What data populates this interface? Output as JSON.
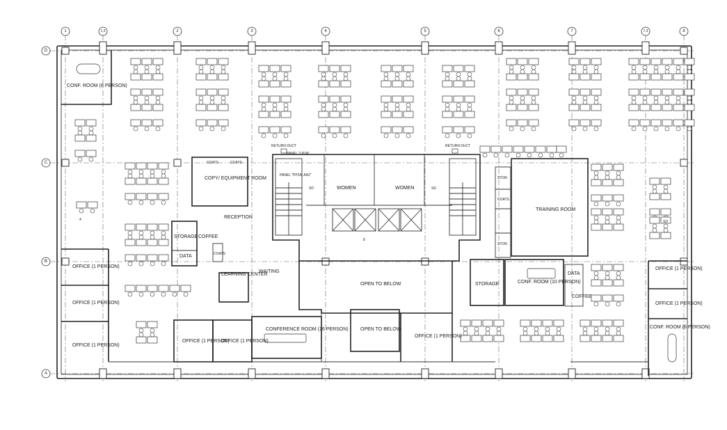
{
  "grid": {
    "columns": [
      "1",
      "1.3",
      "2",
      "3",
      "4",
      "5",
      "6",
      "7",
      "7.3",
      "8"
    ],
    "rows": [
      "D",
      "C",
      "B",
      "A"
    ]
  },
  "rooms": {
    "conf_room_8": "CONF. ROOM (8 PERSON)",
    "copy_equipment": "COPY/ EQUIPMENT ROOM",
    "coats_1": "COATS",
    "coats_2": "COATS",
    "coats_3": "COATS",
    "coats_4": "COATS",
    "reception": "RECEPTION",
    "storage_1": "STORAGE",
    "coffee_1": "COFFEE",
    "data_1": "DATA",
    "learning_center": "LEARNING CENTER",
    "waiting": "WAITING",
    "women_1": "WOMEN",
    "women_2": "WOMEN",
    "open_to_below_1": "OPEN TO BELOW",
    "open_to_below_2": "OPEN TO BELOW",
    "conference_room_16": "CONFERENCE ROOM (16 PERSON)",
    "training_room": "TRAINING ROOM",
    "stor_1": "STOR.",
    "stor_2": "STOR.",
    "storage_2": "STORAGE",
    "conf_room_10": "CONF. ROOM (10 PERSON)",
    "data_2": "DATA",
    "coffee_2": "COFFEE",
    "office_left_1": "OFFICE (1 PERSON)",
    "office_left_2": "OFFICE (1 PERSON)",
    "office_left_3": "OFFICE (1 PERSON)",
    "office_bottom_1": "OFFICE (1 PERSON)",
    "office_bottom_2": "OFFICE (1 PERSON)",
    "office_center": "OFFICE (1 PERSON)",
    "office_right_1": "OFFICE (1 PERSON)",
    "office_right_2": "OFFICE (1 PERSON)",
    "conf_room_6": "CONF. ROOM (6 PERSON)"
  },
  "annotations": {
    "return_duct_1": "RETURN DUCT",
    "return_duct_2": "RETURN DUCT",
    "panel_1": "PANEL \"LP2A\"",
    "panel_2": "PANEL \"PP2A, AA2\"",
    "sd_1": "SD",
    "sd_2": "SD",
    "sd_3": "SD",
    "tag_4": "4",
    "tag_8": "8"
  }
}
